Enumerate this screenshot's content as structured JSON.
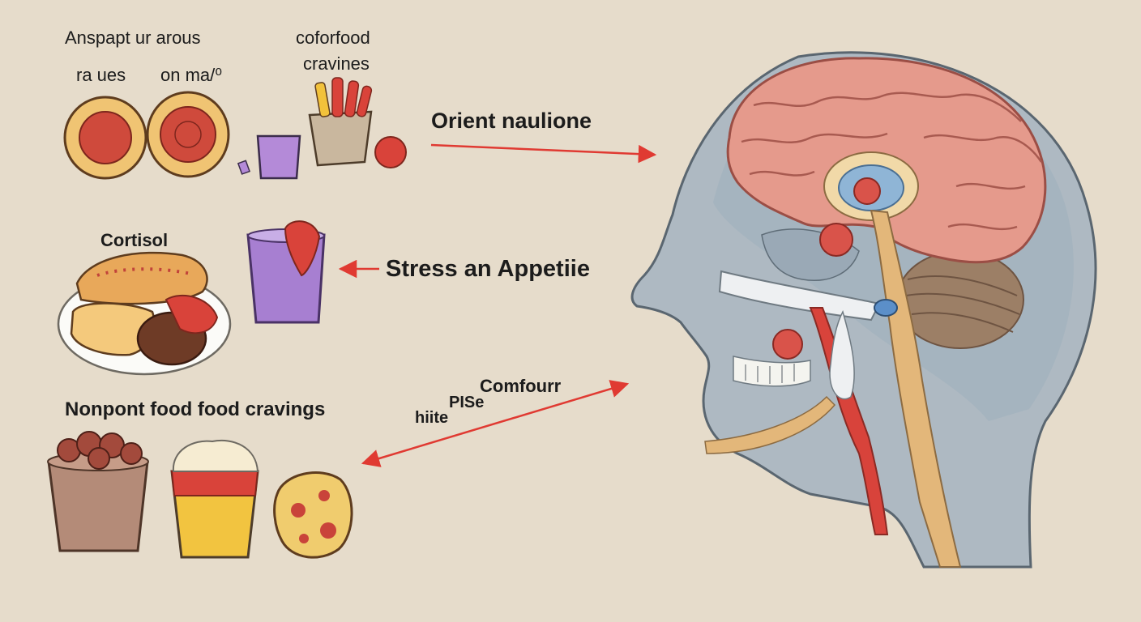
{
  "labels": {
    "top_left_line1": "Anspapt ur arous",
    "top_left_line2": "ra ues",
    "top_left_line3": "on ma/⁰",
    "top_mid_line1": "coforfood",
    "top_mid_line2": "cravines",
    "arrow_top": "Orient naulione",
    "cortisol": "Cortisol",
    "arrow_mid": "Stress an Appetiie",
    "bottom_left": "Nonpont food food cravings",
    "arrow_bottom_1": "Comfourr",
    "arrow_bottom_2": "PISe",
    "arrow_bottom_3": "hiite"
  },
  "colors": {
    "background": "#e6dccb",
    "arrow": "#e03a32",
    "brain": "#e59a8c",
    "head": "#aeb9c2",
    "spine": "#e3b77a"
  }
}
